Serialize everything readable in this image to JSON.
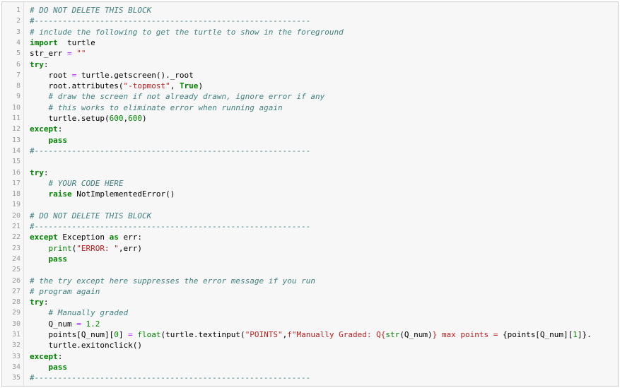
{
  "editor": {
    "lines": [
      {
        "n": "1",
        "t": [
          [
            "cm",
            "# DO NOT DELETE THIS BLOCK"
          ]
        ]
      },
      {
        "n": "2",
        "t": [
          [
            "cm",
            "#-----------------------------------------------------------"
          ]
        ]
      },
      {
        "n": "3",
        "t": [
          [
            "cm",
            "# include the following to get the turtle to show in the foreground"
          ]
        ]
      },
      {
        "n": "4",
        "t": [
          [
            "kw",
            "import"
          ],
          [
            "",
            "  turtle"
          ]
        ]
      },
      {
        "n": "5",
        "t": [
          [
            "",
            "str_err "
          ],
          [
            "op",
            "="
          ],
          [
            "",
            " "
          ],
          [
            "st",
            "\"\""
          ]
        ]
      },
      {
        "n": "6",
        "t": [
          [
            "kw",
            "try"
          ],
          [
            "",
            ":"
          ]
        ]
      },
      {
        "n": "7",
        "t": [
          [
            "",
            "    root "
          ],
          [
            "op",
            "="
          ],
          [
            "",
            " turtle.getscreen()._root"
          ]
        ]
      },
      {
        "n": "8",
        "t": [
          [
            "",
            "    root.attributes("
          ],
          [
            "st",
            "\"-topmost\""
          ],
          [
            "",
            ", "
          ],
          [
            "kw",
            "True"
          ],
          [
            "",
            ")"
          ]
        ]
      },
      {
        "n": "9",
        "t": [
          [
            "cm",
            "    # draw the screen if not already drawn, ignore error if any"
          ]
        ]
      },
      {
        "n": "10",
        "t": [
          [
            "cm",
            "    # this works to eliminate error when running again"
          ]
        ]
      },
      {
        "n": "11",
        "t": [
          [
            "",
            "    turtle.setup("
          ],
          [
            "nu",
            "600"
          ],
          [
            "",
            ","
          ],
          [
            "nu",
            "600"
          ],
          [
            "",
            ")"
          ]
        ]
      },
      {
        "n": "12",
        "t": [
          [
            "kw",
            "except"
          ],
          [
            "",
            ":"
          ]
        ]
      },
      {
        "n": "13",
        "t": [
          [
            "",
            "    "
          ],
          [
            "kw",
            "pass"
          ]
        ]
      },
      {
        "n": "14",
        "t": [
          [
            "cm",
            "#-----------------------------------------------------------"
          ]
        ]
      },
      {
        "n": "15",
        "t": []
      },
      {
        "n": "16",
        "t": [
          [
            "kw",
            "try"
          ],
          [
            "",
            ":"
          ]
        ]
      },
      {
        "n": "17",
        "t": [
          [
            "cm",
            "    # YOUR CODE HERE"
          ]
        ]
      },
      {
        "n": "18",
        "t": [
          [
            "",
            "    "
          ],
          [
            "kw",
            "raise"
          ],
          [
            "",
            " NotImplementedError()"
          ]
        ]
      },
      {
        "n": "19",
        "t": []
      },
      {
        "n": "20",
        "t": [
          [
            "cm",
            "# DO NOT DELETE THIS BLOCK"
          ]
        ]
      },
      {
        "n": "21",
        "t": [
          [
            "cm",
            "#-----------------------------------------------------------"
          ]
        ]
      },
      {
        "n": "22",
        "t": [
          [
            "kw",
            "except"
          ],
          [
            "",
            " Exception "
          ],
          [
            "kw",
            "as"
          ],
          [
            "",
            " err:"
          ]
        ]
      },
      {
        "n": "23",
        "t": [
          [
            "",
            "    "
          ],
          [
            "bi",
            "print"
          ],
          [
            "",
            "("
          ],
          [
            "st",
            "\"ERROR: \""
          ],
          [
            "",
            ",err)"
          ]
        ]
      },
      {
        "n": "24",
        "t": [
          [
            "",
            "    "
          ],
          [
            "kw",
            "pass"
          ]
        ]
      },
      {
        "n": "25",
        "t": []
      },
      {
        "n": "26",
        "t": [
          [
            "cm",
            "# the try except here suppresses the error message if you run"
          ]
        ]
      },
      {
        "n": "27",
        "t": [
          [
            "cm",
            "# program again"
          ]
        ]
      },
      {
        "n": "28",
        "t": [
          [
            "kw",
            "try"
          ],
          [
            "",
            ":"
          ]
        ]
      },
      {
        "n": "29",
        "t": [
          [
            "cm",
            "    # Manually graded"
          ]
        ]
      },
      {
        "n": "30",
        "t": [
          [
            "",
            "    Q_num "
          ],
          [
            "op",
            "="
          ],
          [
            "",
            " "
          ],
          [
            "nu",
            "1.2"
          ]
        ]
      },
      {
        "n": "31",
        "t": [
          [
            "",
            "    points[Q_num]["
          ],
          [
            "nu",
            "0"
          ],
          [
            "",
            "] "
          ],
          [
            "op",
            "="
          ],
          [
            "",
            " "
          ],
          [
            "bi",
            "float"
          ],
          [
            "",
            "(turtle.textinput("
          ],
          [
            "st",
            "\"POINTS\""
          ],
          [
            "",
            ","
          ],
          [
            "st",
            "f\"Manually Graded: Q{"
          ],
          [
            "bi",
            "str"
          ],
          [
            "",
            "(Q_num)"
          ],
          [
            "st",
            "} max points = "
          ],
          [
            "",
            "{points[Q_num]["
          ],
          [
            "nu",
            "1"
          ],
          [
            "",
            "]}."
          ]
        ]
      },
      {
        "n": "32",
        "t": [
          [
            "",
            "    turtle.exitonclick()"
          ]
        ]
      },
      {
        "n": "33",
        "t": [
          [
            "kw",
            "except"
          ],
          [
            "",
            ":"
          ]
        ]
      },
      {
        "n": "34",
        "t": [
          [
            "",
            "    "
          ],
          [
            "kw",
            "pass"
          ]
        ]
      },
      {
        "n": "35",
        "t": [
          [
            "cm",
            "#-----------------------------------------------------------"
          ]
        ]
      }
    ]
  }
}
